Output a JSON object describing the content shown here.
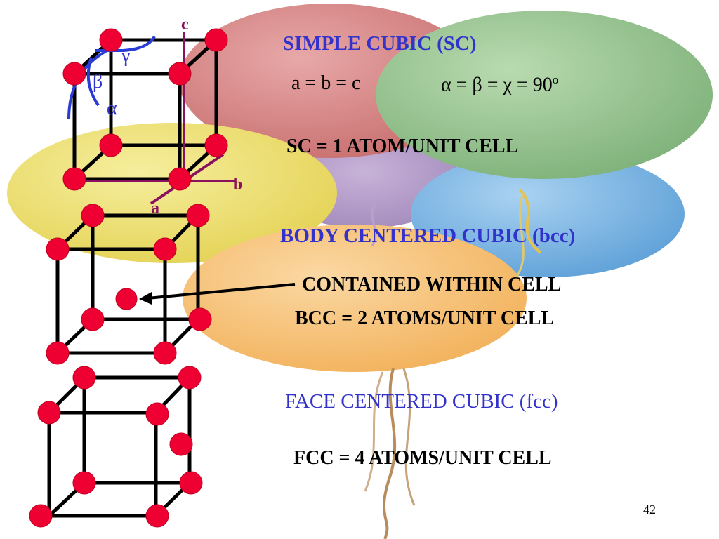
{
  "slide": {
    "number": "42"
  },
  "simple_cubic": {
    "heading": "SIMPLE CUBIC (SC)",
    "lattice_equal": "a = b = c",
    "angles_equal": "α = β = χ = 90",
    "angles_superscript": "o",
    "atoms": "SC = 1 ATOM/UNIT CELL",
    "axis_labels": {
      "c": "c",
      "b": "b",
      "a": "a"
    },
    "angle_labels": {
      "gamma": "γ",
      "beta": "β",
      "alpha": "α"
    }
  },
  "body_centered": {
    "heading": "BODY CENTERED CUBIC (bcc)",
    "note": "CONTAINED WITHIN CELL",
    "atoms": "BCC = 2 ATOMS/UNIT CELL"
  },
  "face_centered": {
    "heading": "FACE CENTERED CUBIC (fcc)",
    "atoms": "FCC = 4 ATOMS/UNIT CELL"
  },
  "colors": {
    "heading_blue": "#3333cc",
    "atom_red": "#ee0033",
    "axis_purple": "#8a1060",
    "angle_blue": "#2a3bd6"
  }
}
